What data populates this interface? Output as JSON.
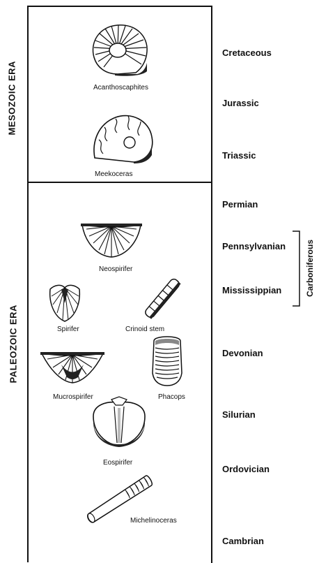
{
  "eras": {
    "mesozoic": "MESOZOIC ERA",
    "paleozoic": "PALEOZOIC ERA"
  },
  "periods": [
    "Cretaceous",
    "Jurassic",
    "Triassic",
    "Permian",
    "Pennsylvanian",
    "Mississippian",
    "Devonian",
    "Silurian",
    "Ordovician",
    "Cambrian"
  ],
  "carboniferous": "Carboniferous",
  "fossils": {
    "acanthoscaphites": "Acanthoscaphites",
    "meekoceras": "Meekoceras",
    "neospirifer": "Neospirifer",
    "spirifer": "Spirifer",
    "crinoid_stem": "Crinoid stem",
    "mucrospirifer": "Mucrospirifer",
    "phacops": "Phacops",
    "eospirifer": "Eospirifer",
    "michelinoceras": "Michelinoceras"
  }
}
